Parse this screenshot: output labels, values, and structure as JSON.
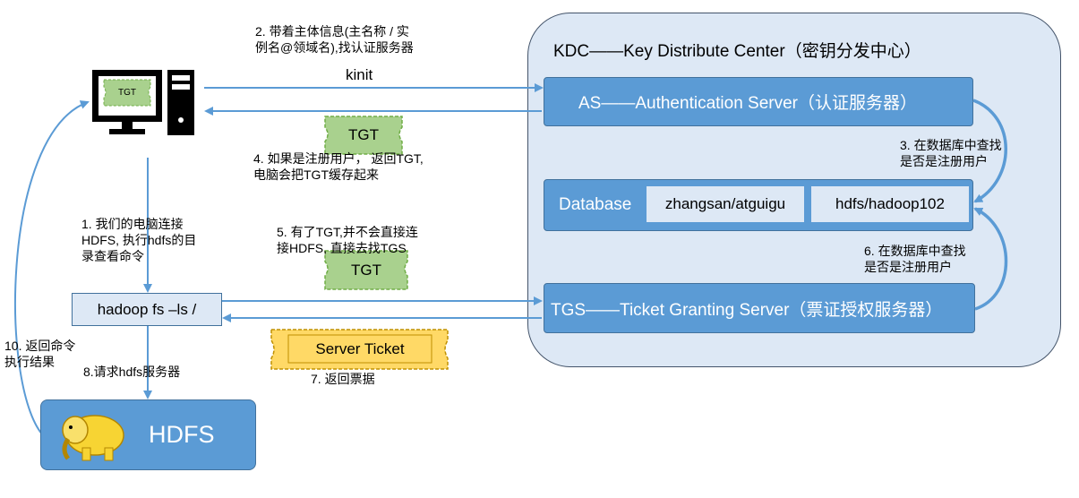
{
  "kdc": {
    "title": "KDC——Key Distribute Center（密钥分发中心）",
    "as_label": "AS——Authentication Server（认证服务器）",
    "database": {
      "label": "Database",
      "entries": [
        "zhangsan/atguigu",
        "hdfs/hadoop102"
      ]
    },
    "tgs_label": "TGS——Ticket Granting Server（票证授权服务器）"
  },
  "client": {
    "monitor_ticket": "TGT",
    "command": "hadoop fs –ls /"
  },
  "hdfs": {
    "label": "HDFS"
  },
  "tickets": {
    "tgt_returned": "TGT",
    "tgt_reuse": "TGT",
    "server_ticket": "Server Ticket"
  },
  "steps": {
    "step1": [
      "1. 我们的电脑连接",
      "HDFS, 执行hdfs的目",
      "录查看命令"
    ],
    "step2": [
      "2. 带着主体信息(主名称 / 实",
      "例名@领域名),找认证服务器"
    ],
    "kinit": "kinit",
    "step3": [
      "3. 在数据库中查找",
      "是否是注册用户"
    ],
    "step4": [
      "4. 如果是注册用户， 返回TGT,",
      "电脑会把TGT缓存起来"
    ],
    "step5": [
      "5. 有了TGT,并不会直接连",
      "接HDFS, 直接去找TGS"
    ],
    "step6": [
      "6. 在数据库中查找",
      "是否是注册用户"
    ],
    "step7": "7. 返回票据",
    "step8": "8.请求hdfs服务器",
    "step10": [
      "10. 返回命令",
      "执行结果"
    ]
  },
  "colors": {
    "blue_box": "#5b9bd5",
    "light_blue": "#dde8f5",
    "arrow": "#5b9bd5",
    "ticket_green": "#a9d18e",
    "ticket_gold": "#ffd966",
    "elephant": "#f7d433"
  }
}
